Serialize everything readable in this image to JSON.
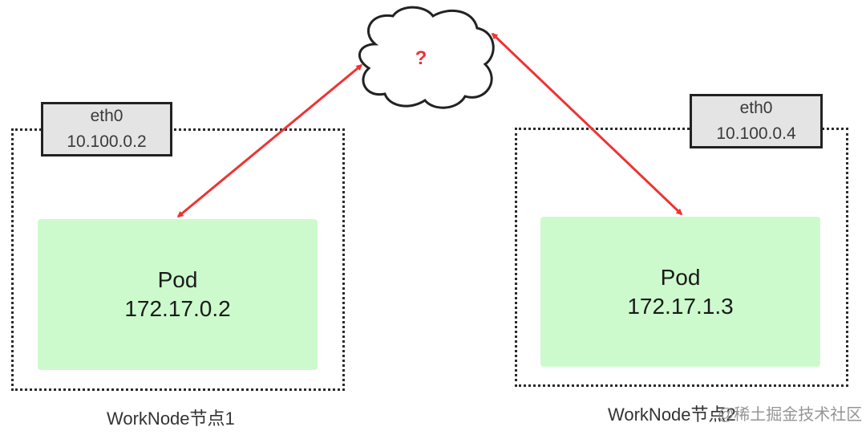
{
  "cloud": {
    "label": "?"
  },
  "nodes": [
    {
      "eth_name": "eth0",
      "eth_ip": "10.100.0.2",
      "pod_title": "Pod",
      "pod_ip": "172.17.0.2",
      "label": "WorkNode节点1"
    },
    {
      "eth_name": "eth0",
      "eth_ip": "10.100.0.4",
      "pod_title": "Pod",
      "pod_ip": "172.17.1.3",
      "label": "WorkNode节点2"
    }
  ],
  "watermark": "@稀土掘金技术社区",
  "colors": {
    "pod_fill": "#ccfacc",
    "eth_fill": "#e4e4e4",
    "arrow": "#ee3333",
    "question": "#e6333a"
  }
}
